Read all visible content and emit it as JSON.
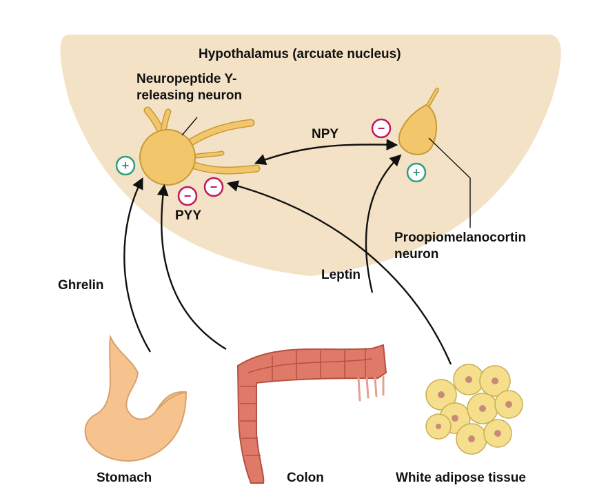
{
  "diagram": {
    "region_title": "Hypothalamus (arcuate nucleus)",
    "npy_neuron": {
      "line1": "Neuropeptide Y-",
      "line2": "releasing neuron"
    },
    "pomc_neuron": {
      "line1": "Proopiomelanocortin",
      "line2": "neuron"
    },
    "signals": {
      "npy": "NPY",
      "pyy": "PYY",
      "ghrelin": "Ghrelin",
      "leptin": "Leptin"
    },
    "organs": {
      "stomach": "Stomach",
      "colon": "Colon",
      "adipose": "White adipose tissue"
    },
    "symbols": {
      "plus": "+",
      "minus": "−"
    }
  },
  "colors": {
    "hypothalamus_fill": "#f3e2c6",
    "neuron_fill": "#f2c66a",
    "neuron_stroke": "#c79a38",
    "plus": "#2f9e80",
    "minus": "#c2185b",
    "stomach": "#f6c28e",
    "colon": "#e07a68",
    "adipose": "#f5df8c"
  }
}
